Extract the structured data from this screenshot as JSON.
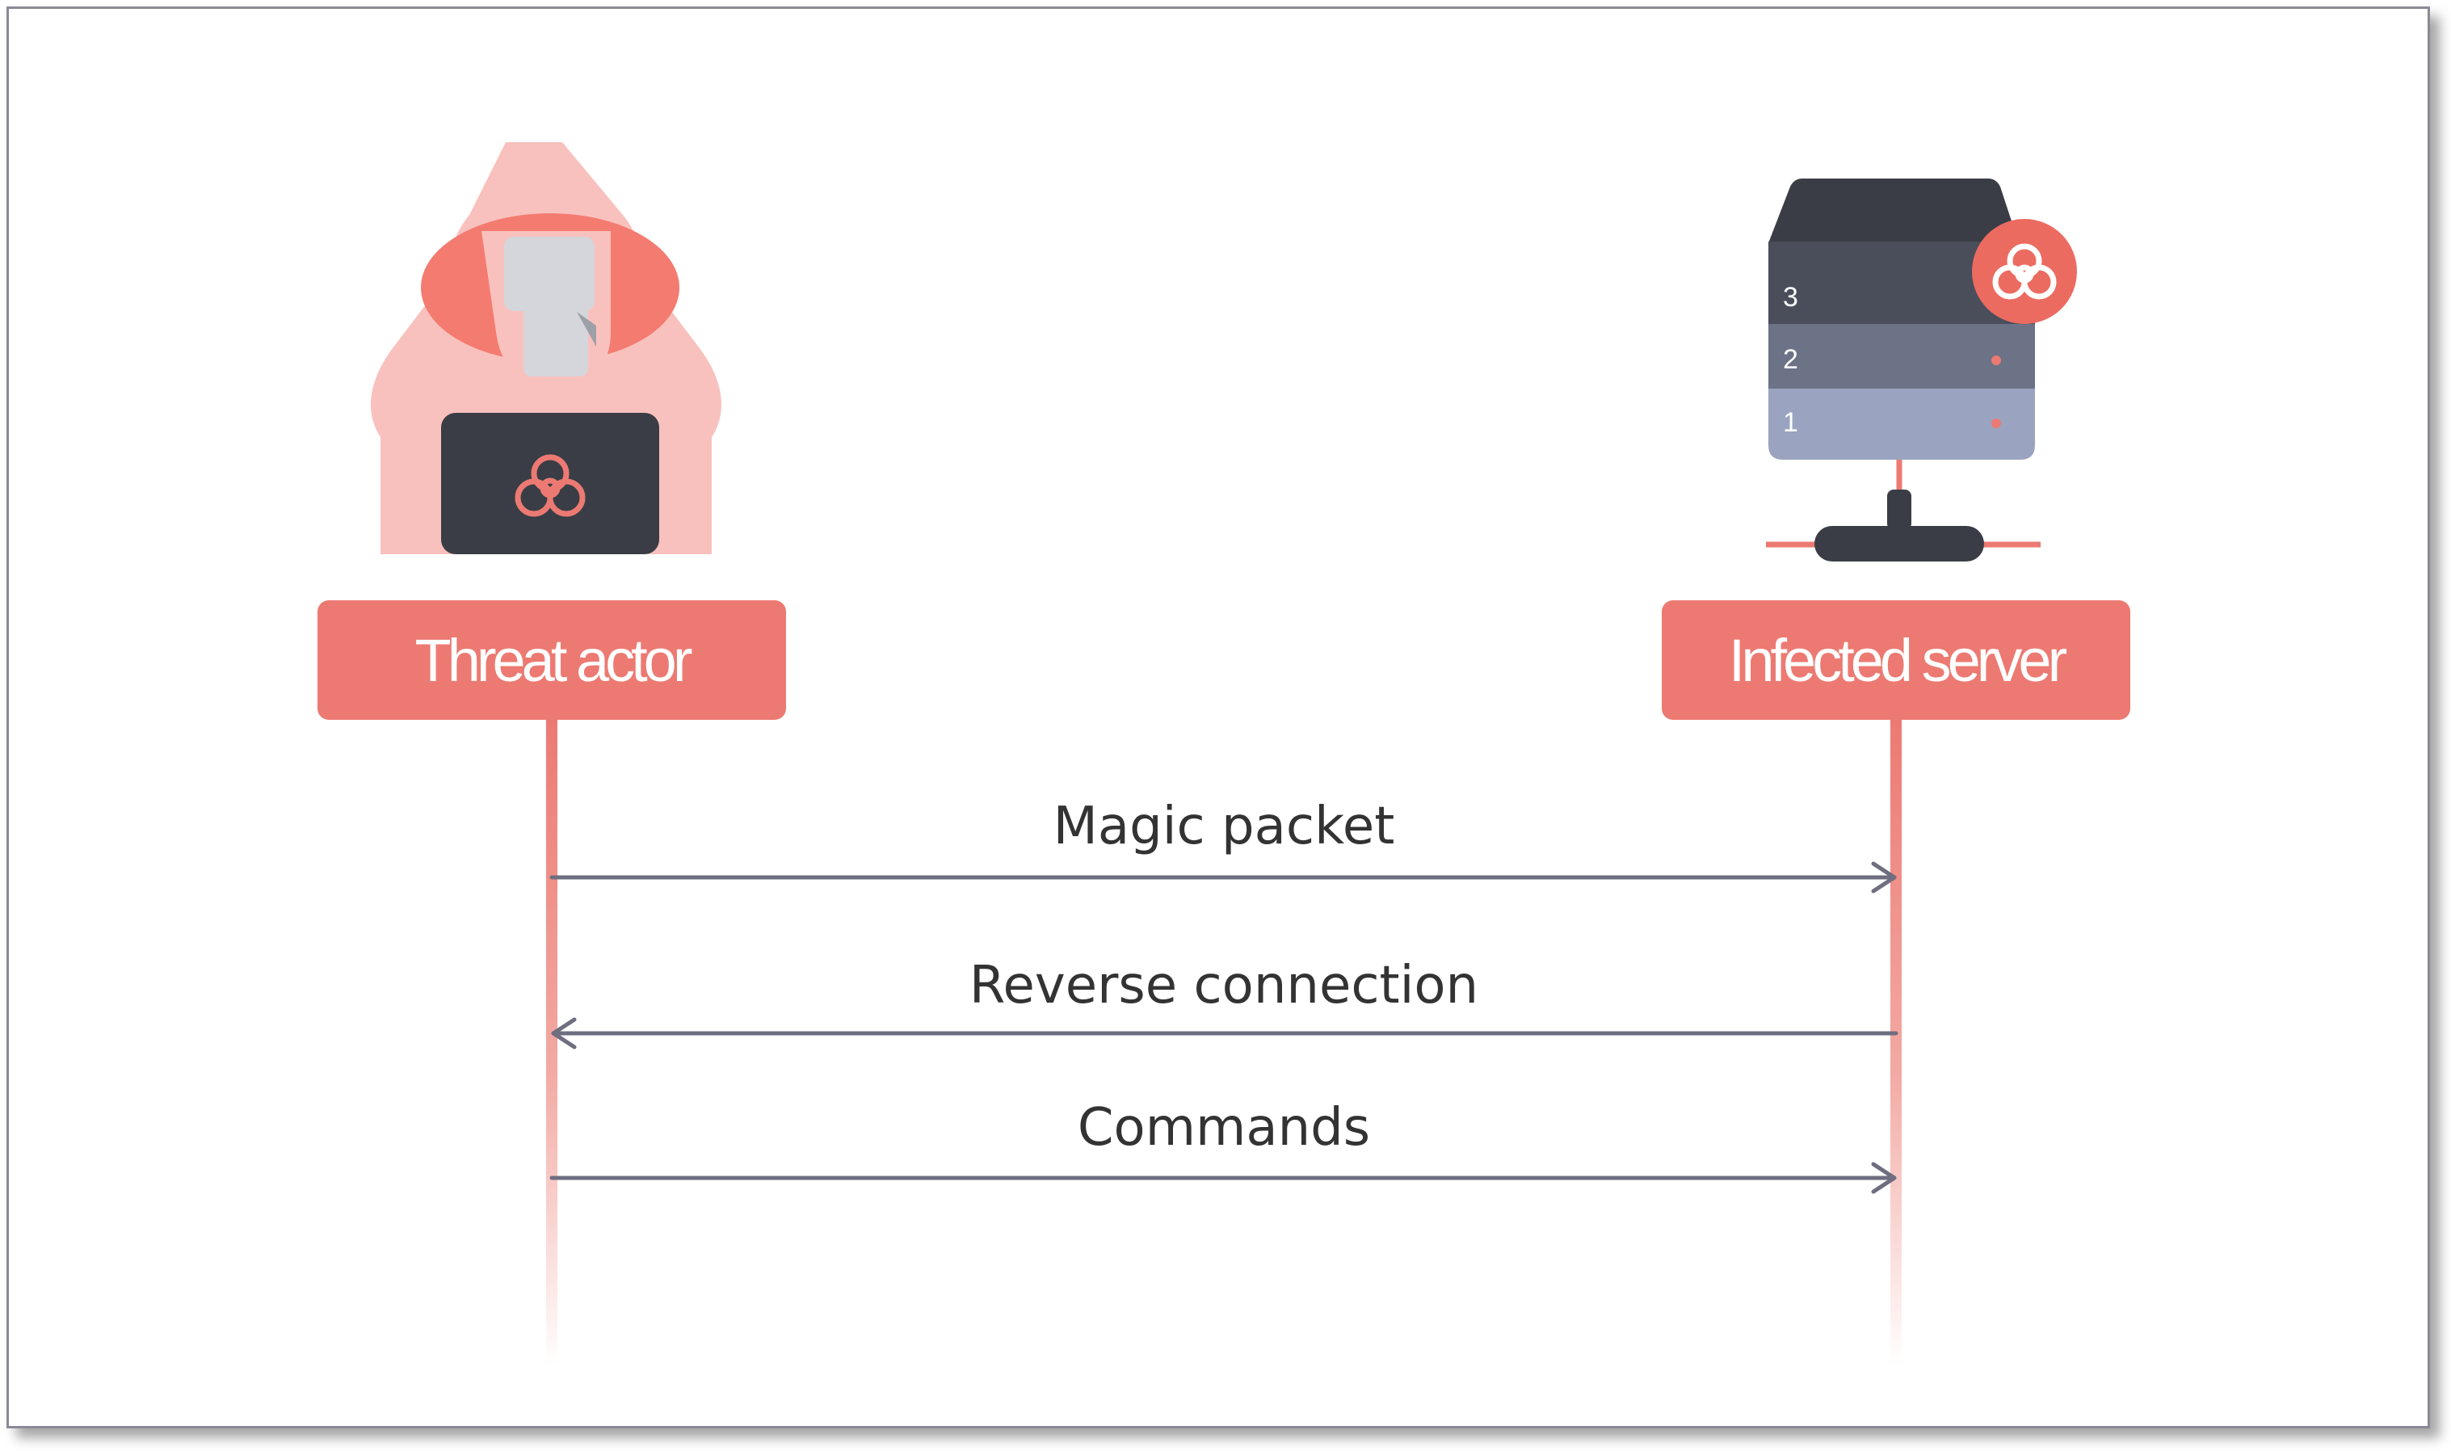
{
  "participants": {
    "actor": {
      "label": "Threat actor",
      "icon": "hooded-hacker-icon"
    },
    "server": {
      "label": "Infected server",
      "icon": "infected-server-icon",
      "rack_slots": [
        "3",
        "2",
        "1"
      ]
    }
  },
  "messages": [
    {
      "label": "Magic packet",
      "direction": "actor-to-server"
    },
    {
      "label": "Reverse connection",
      "direction": "server-to-actor"
    },
    {
      "label": "Commands",
      "direction": "actor-to-server"
    }
  ],
  "colors": {
    "accent": "#ec7a72",
    "hood": "#f9c1bd",
    "dark": "#3a3d45",
    "arrow": "#6e6e80"
  }
}
